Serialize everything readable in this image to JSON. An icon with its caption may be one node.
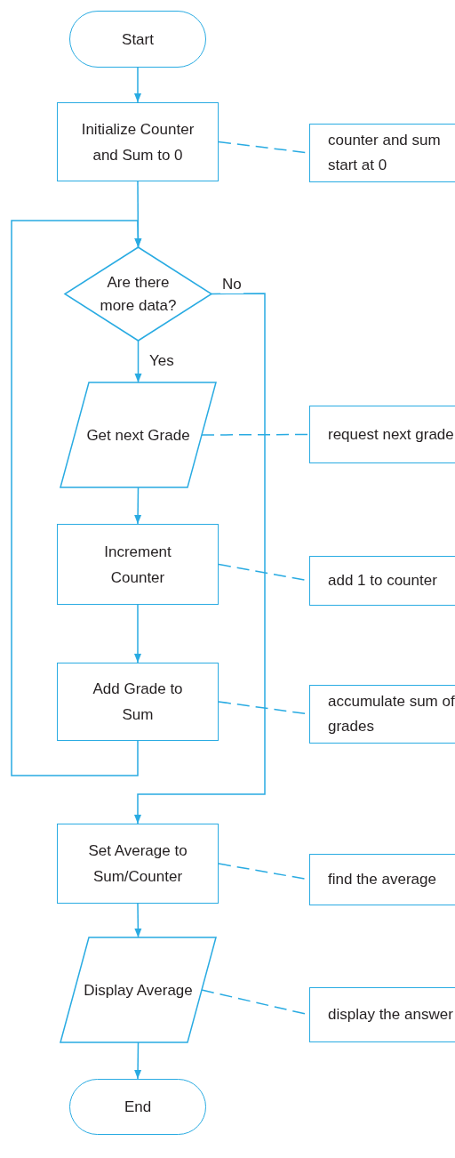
{
  "diagram": {
    "nodes": [
      {
        "text": [
          "Start"
        ]
      },
      {
        "text": [
          "Initialize Counter and Sum to 0"
        ]
      },
      {
        "text": [
          "counter and sum start at 0"
        ]
      },
      {
        "text": [
          "Are there more data?"
        ]
      },
      {
        "text": [
          "Get next Grade"
        ]
      },
      {
        "text": [
          "request next grade"
        ]
      },
      {
        "text": [
          "Increment Counter"
        ]
      },
      {
        "text": [
          "add 1 to counter"
        ]
      },
      {
        "text": [
          "Add Grade to Sum"
        ]
      },
      {
        "text": [
          "accumulate sum of grades"
        ]
      },
      {
        "text": [
          "Set Average to Sum/Counter"
        ]
      },
      {
        "text": [
          "find the average"
        ]
      },
      {
        "text": [
          "Display Average"
        ]
      },
      {
        "text": [
          "display the answer"
        ]
      },
      {
        "text": [
          "End"
        ]
      }
    ],
    "edges": [
      {
        "from": 0,
        "to": 1,
        "arrow": "to"
      },
      {
        "from": 1,
        "to": 3,
        "arrow": "to"
      },
      {
        "from": 3,
        "to": 4,
        "arrow": "to",
        "label": "Yes"
      },
      {
        "from": 4,
        "to": 6,
        "arrow": "to"
      },
      {
        "from": 6,
        "to": 8,
        "arrow": "to"
      },
      {
        "from": 8,
        "to": 3,
        "arrow": "to"
      },
      {
        "from": 3,
        "to": 10,
        "arrow": "to",
        "label": "No"
      },
      {
        "from": 10,
        "to": 12,
        "arrow": "to"
      },
      {
        "from": 12,
        "to": 14,
        "arrow": "to"
      },
      {
        "from": 1,
        "to": 2,
        "arrow": "none",
        "style": "dashed"
      },
      {
        "from": 4,
        "to": 5,
        "arrow": "none",
        "style": "dashed"
      },
      {
        "from": 6,
        "to": 7,
        "arrow": "none",
        "style": "dashed"
      },
      {
        "from": 8,
        "to": 9,
        "arrow": "none",
        "style": "dashed"
      },
      {
        "from": 10,
        "to": 11,
        "arrow": "none",
        "style": "dashed"
      },
      {
        "from": 12,
        "to": 13,
        "arrow": "none",
        "style": "dashed"
      }
    ]
  }
}
